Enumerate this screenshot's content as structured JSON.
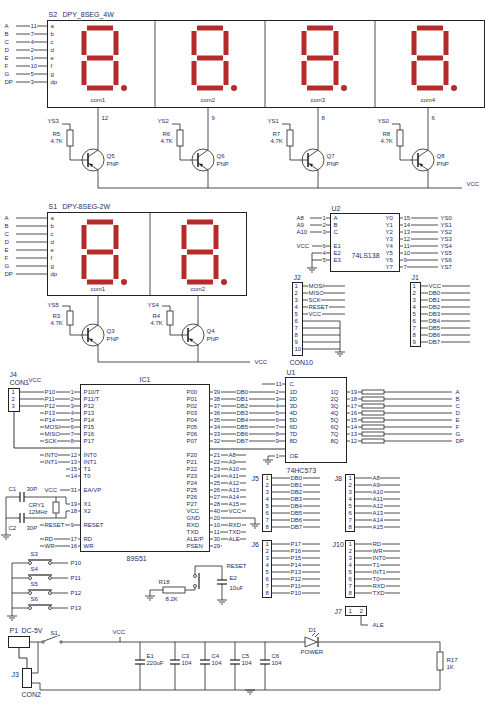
{
  "diagram": {
    "nodes": [
      {
        "text": [
          "S2",
          "DPY_8SEG_4W"
        ]
      },
      {
        "text": [
          "S1",
          "DPY-8SEG-2W"
        ]
      },
      {
        "text": [
          "U2",
          "74LS138"
        ]
      },
      {
        "text": [
          "J2",
          "CON10"
        ]
      },
      {
        "text": [
          "J1"
        ]
      },
      {
        "text": [
          "J4",
          "CON3"
        ]
      },
      {
        "text": [
          "IC1",
          "89S51"
        ]
      },
      {
        "text": [
          "U1",
          "74HC573"
        ]
      },
      {
        "text": [
          "J5"
        ]
      },
      {
        "text": [
          "J8"
        ]
      },
      {
        "text": [
          "J6"
        ]
      },
      {
        "text": [
          "J10"
        ]
      },
      {
        "text": [
          "J7"
        ]
      },
      {
        "text": [
          "J3",
          "CON2"
        ]
      },
      {
        "text": [
          "P1",
          "DC-5V"
        ]
      }
    ],
    "edges": [
      {
        "from": 6,
        "to": 7,
        "arrow": "none"
      },
      {
        "from": 5,
        "to": 6,
        "arrow": "none"
      },
      {
        "from": 14,
        "to": 13,
        "arrow": "none"
      }
    ],
    "labels": [
      "A",
      "B",
      "C",
      "D",
      "E",
      "F",
      "G",
      "DP",
      "11",
      "7",
      "4",
      "2",
      "1",
      "10",
      "5",
      "3",
      "a",
      "b",
      "c",
      "d",
      "e",
      "f",
      "g",
      "dp",
      "com1",
      "com2",
      "com3",
      "com4",
      "12",
      "9",
      "8",
      "6",
      "YS3",
      "YS2",
      "YS1",
      "YS0",
      "R5",
      "R6",
      "R7",
      "R8",
      "4.7K",
      "4.7K",
      "4.7K",
      "4.7K",
      "Q5",
      "Q6",
      "Q7",
      "Q8",
      "PNP",
      "PNP",
      "PNP",
      "PNP",
      "VCC",
      "A",
      "B",
      "C",
      "D",
      "E",
      "F",
      "G",
      "DP",
      "a",
      "b",
      "c",
      "d",
      "e",
      "f",
      "g",
      "dp",
      "com1",
      "com2",
      "YS5",
      "YS4",
      "R3",
      "R4",
      "4.7K",
      "4.7K",
      "Q3",
      "Q4",
      "PNP",
      "PNP",
      "VCC",
      "A8",
      "A9",
      "A10",
      "1",
      "2",
      "3",
      "A",
      "B",
      "C",
      "VCC",
      "6",
      "4",
      "5",
      "E1",
      "E2",
      "E3",
      "Y0",
      "Y1",
      "Y2",
      "Y3",
      "Y4",
      "Y5",
      "Y6",
      "Y7",
      "15",
      "14",
      "13",
      "12",
      "11",
      "10",
      "9",
      "7",
      "YS0",
      "YS1",
      "YS2",
      "YS3",
      "YS4",
      "YS5",
      "YS6",
      "YS7",
      "1",
      "2",
      "3",
      "4",
      "5",
      "6",
      "7",
      "8",
      "9",
      "10",
      "MOSI",
      "MISO",
      "SCK",
      "RESET",
      "VCC",
      "1",
      "2",
      "3",
      "4",
      "5",
      "6",
      "7",
      "8",
      "9",
      "VCC",
      "DB0",
      "DB1",
      "DB2",
      "DB3",
      "DB4",
      "DB5",
      "DB6",
      "DB7",
      "1",
      "2",
      "3",
      "VCC",
      "P10/T",
      "P11/T",
      "P12",
      "P13",
      "P14",
      "P15",
      "P16",
      "P17",
      "INT0",
      "INT1",
      "T1",
      "T0",
      "EA/VP",
      "X1",
      "X2",
      "RESET",
      "RD",
      "WR",
      "1",
      "2",
      "3",
      "4",
      "5",
      "6",
      "7",
      "8",
      "12",
      "13",
      "15",
      "14",
      "31",
      "19",
      "18",
      "9",
      "17",
      "16",
      "P10",
      "P11",
      "P12",
      "P13",
      "P14",
      "MOSI",
      "MISO",
      "SCK",
      "INT0",
      "INT1",
      "VCC",
      "RESET",
      "RD",
      "WR",
      "C1",
      "30P",
      "CRY1",
      "12MHz",
      "C2",
      "30P",
      "P00",
      "P01",
      "P02",
      "P03",
      "P04",
      "P05",
      "P06",
      "P07",
      "P20",
      "P21",
      "P22",
      "P23",
      "P24",
      "P25",
      "P26",
      "P27",
      "VCC",
      "GND",
      "RXD",
      "TXD",
      "ALE/P",
      "PSEN",
      "39",
      "38",
      "37",
      "36",
      "35",
      "34",
      "33",
      "32",
      "21",
      "22",
      "23",
      "24",
      "25",
      "26",
      "27",
      "28",
      "40",
      "20",
      "10",
      "11",
      "30",
      "29",
      "DB0",
      "DB1",
      "DB2",
      "DB3",
      "DB4",
      "DB5",
      "DB6",
      "DB7",
      "A8",
      "A9",
      "A10",
      "A11",
      "A12",
      "A13",
      "A14",
      "A15",
      "VCC",
      "RXD",
      "TXD",
      "ALE",
      "C",
      "1D",
      "2D",
      "3D",
      "4D",
      "5D",
      "6D",
      "7D",
      "8D",
      "OE",
      "11",
      "2",
      "3",
      "4",
      "5",
      "6",
      "7",
      "8",
      "9",
      "1",
      "1Q",
      "2Q",
      "3Q",
      "4Q",
      "5Q",
      "6Q",
      "7Q",
      "8Q",
      "19",
      "18",
      "17",
      "16",
      "15",
      "14",
      "13",
      "12",
      "A",
      "B",
      "C",
      "D",
      "E",
      "F",
      "G",
      "DP",
      "1",
      "2",
      "3",
      "4",
      "5",
      "6",
      "7",
      "8",
      "DB0",
      "DB1",
      "DB2",
      "DB3",
      "DB4",
      "DB5",
      "DB6",
      "DB7",
      "1",
      "2",
      "3",
      "4",
      "5",
      "6",
      "7",
      "8",
      "A8",
      "A9",
      "A10",
      "A11",
      "A12",
      "A13",
      "A14",
      "A15",
      "1",
      "2",
      "3",
      "4",
      "5",
      "6",
      "7",
      "8",
      "P17",
      "P16",
      "P15",
      "P14",
      "P13",
      "P12",
      "P11",
      "P10",
      "1",
      "2",
      "3",
      "4",
      "5",
      "6",
      "7",
      "8",
      "RD",
      "WR",
      "INT0",
      "T1",
      "INT1",
      "T0",
      "RXD",
      "TXD",
      "1",
      "2",
      "ALE",
      "S3",
      "S4",
      "S5",
      "S6",
      "P10",
      "P11",
      "P12",
      "P13",
      "R18",
      "8.2K",
      "RESET",
      "E2",
      "10uF",
      "S1",
      "VCC",
      "E1",
      "220uF",
      "C3",
      "C4",
      "C5",
      "C6",
      "104",
      "104",
      "104",
      "104",
      "D1",
      "POWER",
      "R17",
      "1K"
    ]
  }
}
